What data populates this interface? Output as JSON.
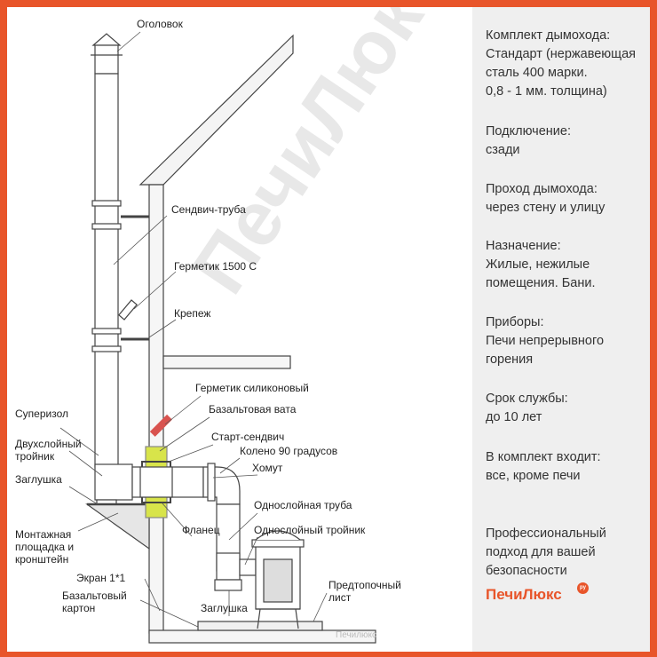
{
  "watermark": "ПечиЛюкс",
  "footer_watermark": "Печилюкс",
  "labels": {
    "cap": "Оголовок",
    "sandwich_pipe": "Сендвич-труба",
    "sealant_1500": "Герметик 1500 С",
    "fastener": "Крепеж",
    "silicone_sealant": "Герметик силиконовый",
    "basalt_wool": "Базальтовая вата",
    "superizol": "Суперизол",
    "start_sandwich": "Старт-сендвич",
    "elbow_90": "Колено 90 градусов",
    "double_tee": "Двухслойный\nтройник",
    "clamp": "Хомут",
    "plug_top": "Заглушка",
    "single_pipe": "Однослойная труба",
    "flange": "Фланец",
    "single_tee": "Однослойный тройник",
    "mount_platform": "Монтажная\nплощадка и\nкронштейн",
    "screen": "Экран 1*1",
    "basalt_cardboard": "Базальтовый\nкартон",
    "plug_bottom": "Заглушка",
    "pre_furnace_sheet": "Предтопочный\nлист"
  },
  "info": {
    "kit_title": "Комплект дымохода:",
    "kit_value": "Стандарт (нержавеющая\nсталь 400 марки.\n0,8 - 1 мм. толщина)",
    "connection_title": "Подключение:",
    "connection_value": "сзади",
    "passage_title": "Проход дымохода:",
    "passage_value": "через стену и улицу",
    "purpose_title": "Назначение:",
    "purpose_value": "Жилые, нежилые\nпомещения. Бани.",
    "devices_title": "Приборы:",
    "devices_value": "Печи непрерывного\nгорения",
    "lifetime_title": "Срок службы:",
    "lifetime_value": "до 10 лет",
    "included_title": "В комплект входит:",
    "included_value": "все, кроме печи",
    "slogan": "Профессиональный\nподход для вашей\nбезопасности",
    "logo": "ПечиЛюкс",
    "logo_badge": "ру"
  },
  "colors": {
    "frame": "#e8552a",
    "panel_bg": "#efefef",
    "line": "#444444",
    "insulation": "#d8e44a",
    "sealant_red": "#d9534f",
    "roof_fill": "#f4f4f4"
  }
}
